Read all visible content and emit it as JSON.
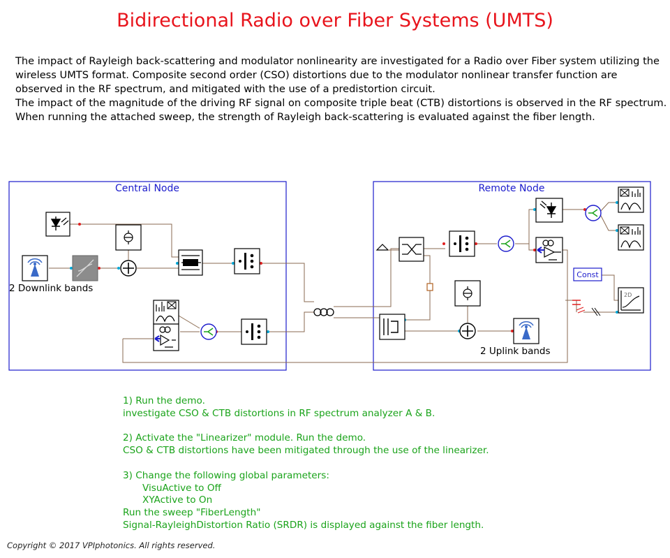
{
  "title": "Bidirectional Radio over Fiber Systems (UMTS)",
  "description": [
    "The impact of Rayleigh back-scattering and modulator nonlinearity are investigated for a Radio over Fiber system utilizing the",
    "wireless UMTS format. Composite second order (CSO) distortions due to the modulator nonlinear transfer function are",
    "observed in the RF spectrum, and mitigated with the use of a predistortion circuit.",
    "The impact of the magnitude of the driving RF signal on composite triple beat (CTB) distortions is observed in the RF spectrum.",
    "When running the attached sweep, the strength of Rayleigh back-scattering is evaluated against the fiber length."
  ],
  "diagram": {
    "central_node_label": "Central Node",
    "remote_node_label": "Remote Node",
    "downlink_label": "2 Downlink bands",
    "uplink_label": "2 Uplink bands",
    "const_label": "Const",
    "plot_2d_label": "2D"
  },
  "steps": {
    "s1_line1": "1) Run the demo.",
    "s1_line2": "investigate CSO & CTB distortions in RF spectrum analyzer A & B.",
    "s2_line1": "2) Activate the \"Linearizer\" module. Run the demo.",
    "s2_line2": "CSO & CTB distortions have been mitigated through the use of the linearizer.",
    "s3_line1": "3) Change the following global parameters:",
    "s3_line2": "VisuActive to Off",
    "s3_line3": "XYActive to On",
    "s3_line4": "Run the sweep \"FiberLength\"",
    "s3_line5": "Signal-RayleighDistortion Ratio (SRDR) is displayed against the fiber length."
  },
  "copyright": "Copyright © 2017 VPIphotonics. All rights reserved.",
  "colors": {
    "title": "#e8141c",
    "node_border": "#1c1ccc",
    "instructions": "#1aa31a",
    "wire_dark": "#8a6a50",
    "wire_cyan": "#00a8d8",
    "wire_red": "#e02020"
  }
}
